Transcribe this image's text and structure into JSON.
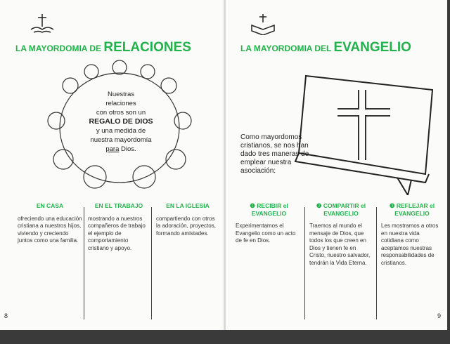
{
  "left_page": {
    "title_prefix": "LA MAYORDOMIA DE",
    "title_emphasis": "RELACIONES",
    "bubble": {
      "line1": "Nuestras",
      "line2": "relaciones",
      "line3": "con otros son un",
      "emphasis": "REGALO DE DIOS",
      "line4": "y una medida de",
      "line5": "nuestra mayordomía",
      "underlined": "para",
      "line6_rest": " Dios."
    },
    "columns": [
      {
        "heading": "EN CASA",
        "text": "ofreciendo una educación cristiana a nuestros hijos, viviendo y creciendo juntos como una familia."
      },
      {
        "heading": "EN EL TRABAJO",
        "text": "mostrando a nuestros compañeros de trabajo el ejemplo de comportamiento cristiano y apoyo."
      },
      {
        "heading": "EN LA IGLESIA",
        "text": "compartiendo con otros la adoración, proyectos, formando amistades."
      }
    ],
    "page_number": "8"
  },
  "right_page": {
    "title_prefix": "LA MAYORDOMIA DEL",
    "title_emphasis": "EVANGELIO",
    "intro": "Como mayordomos cristianos, se nos han dado tres maneras de emplear nuestra asociación:",
    "columns": [
      {
        "heading": "❶ RECIBIR el EVANGELIO",
        "text": "Experimentamos el Evangelio como un acto de fe en Dios."
      },
      {
        "heading": "❷ COMPARTIR el EVANGELIO",
        "text": "Traemos al mundo el mensaje de Dios, que todos los que creen en Dios y tienen fe en Cristo, nuestro salvador, tendrán la Vida Eterna."
      },
      {
        "heading": "❸ REFLEJAR el EVANGELIO",
        "text": "Les mostramos a otros en nuestra vida cotidiana como aceptamos nuestras responsabilidades de cristianos."
      }
    ],
    "page_number": "9"
  },
  "colors": {
    "accent": "#22b24c",
    "ink": "#333333"
  }
}
